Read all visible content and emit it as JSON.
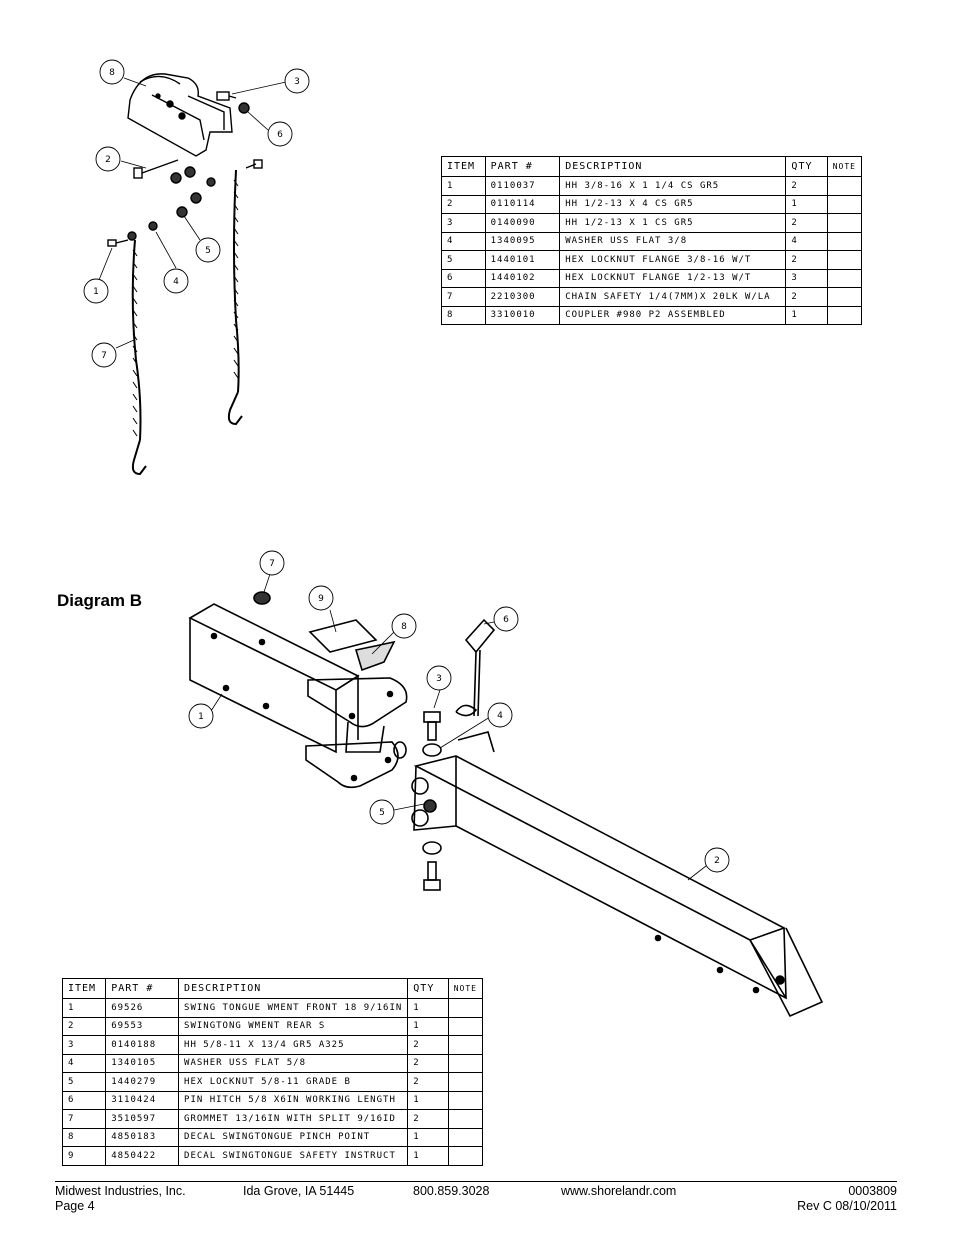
{
  "diagram_a": {
    "callouts": [
      "8",
      "3",
      "6",
      "2",
      "5",
      "4",
      "1",
      "7"
    ],
    "table": {
      "headers": [
        "ITEM",
        "PART #",
        "DESCRIPTION",
        "QTY",
        "NOTE"
      ],
      "rows": [
        [
          "1",
          "0110037",
          "HH 3/8-16 X 1 1/4 CS GR5",
          "2",
          ""
        ],
        [
          "2",
          "0110114",
          "HH 1/2-13 X 4 CS GR5",
          "1",
          ""
        ],
        [
          "3",
          "0140090",
          "HH 1/2-13 X 1 CS GR5",
          "2",
          ""
        ],
        [
          "4",
          "1340095",
          "WASHER USS FLAT 3/8",
          "4",
          ""
        ],
        [
          "5",
          "1440101",
          "HEX LOCKNUT FLANGE 3/8-16 W/T",
          "2",
          ""
        ],
        [
          "6",
          "1440102",
          "HEX LOCKNUT FLANGE 1/2-13 W/T",
          "3",
          ""
        ],
        [
          "7",
          "2210300",
          "CHAIN SAFETY 1/4(7MM)X 20LK W/LA",
          "2",
          ""
        ],
        [
          "8",
          "3310010",
          "COUPLER #980 P2 ASSEMBLED",
          "1",
          ""
        ]
      ]
    }
  },
  "diagram_b": {
    "label": "Diagram B",
    "callouts": [
      "7",
      "9",
      "8",
      "6",
      "3",
      "4",
      "1",
      "5",
      "2"
    ],
    "table": {
      "headers": [
        "ITEM",
        "PART #",
        "DESCRIPTION",
        "QTY",
        "NOTE"
      ],
      "rows": [
        [
          "1",
          "69526",
          "SWING TONGUE WMENT FRONT 18 9/16IN",
          "1",
          ""
        ],
        [
          "2",
          "69553",
          "SWINGTONG WMENT REAR S",
          "1",
          ""
        ],
        [
          "3",
          "0140188",
          "HH 5/8-11 X 13/4  GR5 A325",
          "2",
          ""
        ],
        [
          "4",
          "1340105",
          "WASHER USS FLAT 5/8",
          "2",
          ""
        ],
        [
          "5",
          "1440279",
          "HEX LOCKNUT 5/8-11 GRADE B",
          "2",
          ""
        ],
        [
          "6",
          "3110424",
          "PIN HITCH 5/8 X6IN WORKING LENGTH",
          "1",
          ""
        ],
        [
          "7",
          "3510597",
          "GROMMET 13/16IN  WITH SPLIT 9/16ID",
          "2",
          ""
        ],
        [
          "8",
          "4850183",
          "DECAL SWINGTONGUE PINCH POINT",
          "1",
          ""
        ],
        [
          "9",
          "4850422",
          "DECAL SWINGTONGUE SAFETY INSTRUCT",
          "1",
          ""
        ]
      ]
    }
  },
  "footer": {
    "company": "Midwest Industries, Inc.",
    "page": "Page 4",
    "city": "Ida Grove, IA 51445",
    "phone": "800.859.3028",
    "website": "www.shorelandr.com",
    "doc_number": "0003809",
    "revision": "Rev C 08/10/2011"
  }
}
